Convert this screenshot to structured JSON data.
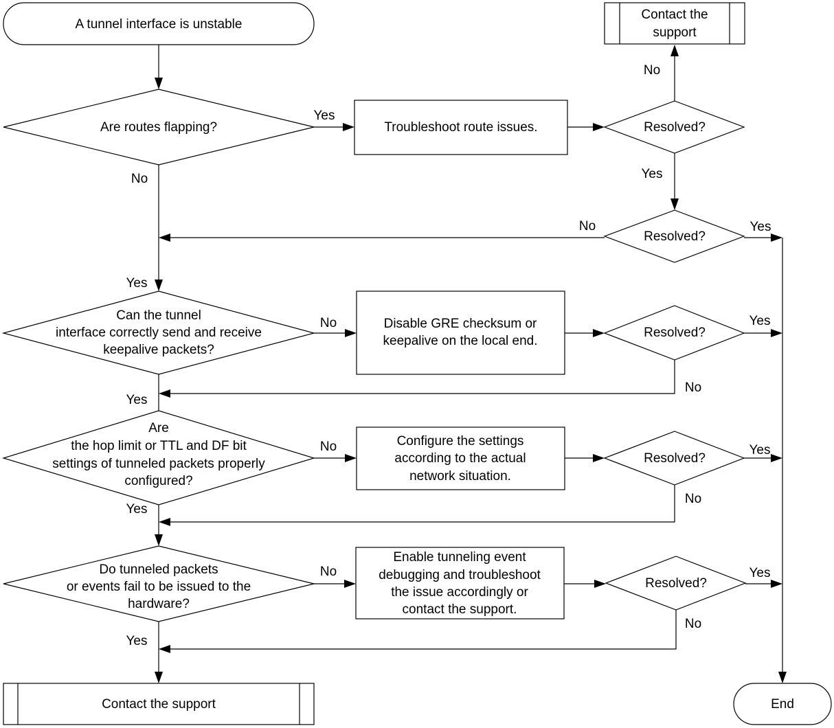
{
  "nodes": {
    "start": "A tunnel interface is unstable",
    "q_routes": "Are routes flapping?",
    "fix_routes": "Troubleshoot route issues.",
    "resolved_1": "Resolved?",
    "contact_top": [
      "Contact the",
      "support"
    ],
    "resolved_2": "Resolved?",
    "q_keepalive": [
      "Can the tunnel",
      "interface correctly send and receive",
      "keepalive packets?"
    ],
    "fix_keepalive": [
      "Disable GRE checksum or",
      "keepalive on the local end."
    ],
    "resolved_3": "Resolved?",
    "q_ttl": [
      "Are",
      "the hop limit or TTL and DF bit",
      "settings of tunneled packets properly",
      "configured?"
    ],
    "fix_ttl": [
      "Configure the settings",
      "according to the actual",
      "network situation."
    ],
    "resolved_4": "Resolved?",
    "q_hardware": [
      "Do tunneled packets",
      "or events fail to be issued to the",
      "hardware?"
    ],
    "fix_hardware": [
      "Enable tunneling event",
      "debugging and troubleshoot",
      "the issue accordingly or",
      "contact the support."
    ],
    "resolved_5": "Resolved?",
    "contact_bottom": "Contact the support",
    "end": "End"
  },
  "labels": {
    "yes": "Yes",
    "no": "No"
  }
}
